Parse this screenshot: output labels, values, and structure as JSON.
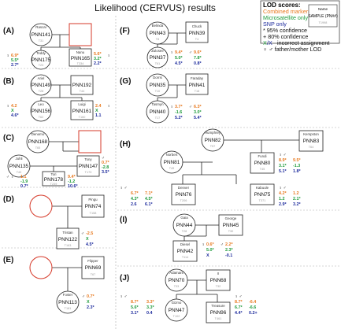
{
  "title": "Likelihood (CERVUS) results",
  "colors": {
    "combined": "#e8791f",
    "micro": "#1f9b3b",
    "snp": "#1c2a9c",
    "red_box": "#d63a2a"
  },
  "legend": {
    "heading": "LOD scores:",
    "combined": "Combined markers",
    "micro": "Microsatellite only",
    "snp": "SNP only",
    "c95": "* 95% confidence",
    "c80": "+ 80% confidence",
    "incorrect_x": "X",
    "incorrect_slash": "/X",
    "incorrect_text": "incorrect assignment",
    "fm": "♀ ♂ father/mother LOD",
    "sample_name": "Name",
    "sample_id": "SAMPLE (PN##)",
    "sample_code": "T1998"
  },
  "panels": {
    "A": {
      "label": "(A)",
      "mother": {
        "name": "Rascal",
        "id": "PNN141",
        "code": "T31"
      },
      "offspring1": {
        "name": "Teddy",
        "id": "PNN175",
        "code": "T23"
      },
      "offspring2": {
        "name": "Nanu",
        "id": "PNN165",
        "code": "T334"
      },
      "s1": {
        "c": "6.9*",
        "m": "5.5*",
        "s": "2.7*"
      },
      "s2": {
        "c": "5.6*",
        "m": "3.2*",
        "s": "2.2*"
      }
    },
    "B": {
      "label": "(B)",
      "mother": {
        "name": "Ariel",
        "id": "PNN149",
        "code": "T28"
      },
      "father": {
        "name": "",
        "id": "PNN192",
        "code": "T44"
      },
      "offspring1": {
        "name": "Leo",
        "id": "PNN156",
        "code": "T62"
      },
      "offspring2": {
        "name": "Luigi",
        "id": "PNN161",
        "code": "T160"
      },
      "s1": {
        "c": "4.2",
        "m": "X",
        "s": "4.6*"
      },
      "s2": {
        "c": "2.4",
        "m": "X",
        "s": "1.1"
      }
    },
    "C": {
      "label": "(C)",
      "mother": {
        "name": "Denomo",
        "id": "PNN168",
        "code": "T65"
      },
      "father": {
        "name": "Juhli",
        "id": "PNN135",
        "code": "T40"
      },
      "offspring1": {
        "name": "Tony",
        "id": "PNN147",
        "code": "T170"
      },
      "offspring2": {
        "name": "Tori",
        "id": "PNN178",
        "code": "T249"
      },
      "s1": {
        "c": "0.7*",
        "m": "-2.8",
        "s": "3.5*"
      },
      "s2a": {
        "c": "1.1",
        "m": "-1.9",
        "s": "0.7*"
      },
      "s2b": {
        "c": "9.4*",
        "m": "-1.2",
        "s": "10.6*"
      }
    },
    "D": {
      "label": "(D)",
      "father": {
        "name": "Pingu",
        "id": "PNN74",
        "code": "T158"
      },
      "offspring1": {
        "name": "Tristan",
        "id": "PNN122",
        "code": "T163"
      },
      "s1": {
        "c": "-2.5",
        "m": "X",
        "s": "4.5*"
      }
    },
    "E": {
      "label": "(E)",
      "father": {
        "name": "Flipper",
        "id": "PNN69",
        "code": "T67"
      },
      "offspring1": {
        "name": "Foster",
        "id": "PNN113",
        "code": "T181"
      },
      "s1": {
        "c": "0.7*",
        "m": "X",
        "s": "2.3*"
      }
    },
    "F": {
      "label": "(F)",
      "mother": {
        "name": "Belinda",
        "id": "PNN43",
        "code": "T8"
      },
      "father": {
        "name": "Chuck",
        "id": "PNN39",
        "code": "T4"
      },
      "offspring1": {
        "name": "Zulosee",
        "id": "PNN37",
        "code": "T61"
      },
      "s1": {
        "c": "9.4*",
        "m": "5.0*",
        "s": "4.5*"
      },
      "s2": {
        "c": "9.6*",
        "m": "7.8*",
        "s": "0.8*"
      }
    },
    "G": {
      "label": "(G)",
      "mother": {
        "name": "Dorris",
        "id": "PNN35",
        "code": "T10"
      },
      "father": {
        "name": "Faraday",
        "id": "PNN41",
        "code": "T18"
      },
      "offspring1": {
        "name": "Tasmyn",
        "id": "PNN40",
        "code": "T17"
      },
      "s1": {
        "c": "3.7*",
        "m": "-1.6",
        "s": "5.2*"
      },
      "s2": {
        "c": "6.3*",
        "m": "3.0*",
        "s": "5.4*"
      }
    },
    "H": {
      "label": "(H)",
      "mother1": {
        "name": "Humphrey",
        "id": "PNN82",
        "code": "T57"
      },
      "father1": {
        "name": "Kempston",
        "id": "PNN83",
        "code": "T64"
      },
      "mother2": {
        "name": "Norbert",
        "id": "PNN81",
        "code": "T49"
      },
      "father2": {
        "name": "Fundi",
        "id": "PNN80",
        "code": "T45"
      },
      "offspring1": {
        "name": "Denver",
        "id": "PNN76",
        "code": "T206"
      },
      "offspring2": {
        "name": "Kabuule",
        "id": "PNN75",
        "code": "T371"
      },
      "s1": {
        "c": "6.7*",
        "m": "4.3*",
        "s": "2.6"
      },
      "s1b": {
        "c": "7.1*",
        "m": "4.5*",
        "s": "6.1*"
      },
      "s2": {
        "c": "8.9*",
        "m": "3.1*",
        "s": "5.1*"
      },
      "s3": {
        "c": "4.2*",
        "m": "1.2",
        "s": "2.9*"
      },
      "s3b": {
        "c": "1.2",
        "m": "2.1*",
        "s": "3.2*"
      },
      "s4": {
        "c": "9.5*",
        "m": "-1.3",
        "s": "1.8*"
      }
    },
    "I": {
      "label": "(I)",
      "mother": {
        "name": "Gaia",
        "id": "PNN44",
        "code": "T28"
      },
      "father": {
        "name": "George",
        "id": "PNN45",
        "code": "T30"
      },
      "offspring1": {
        "name": "Diesel",
        "id": "PNN42",
        "code": "T114"
      },
      "s1": {
        "c": "0.6*",
        "m": "5.0*",
        "s": "X"
      },
      "s2": {
        "c": "2.2*",
        "m": "2.3*",
        "s": "-0.1"
      }
    },
    "J": {
      "label": "(J)",
      "mother": {
        "name": "Adamant",
        "id": "PNN70",
        "code": "T33"
      },
      "father": {
        "name": "II",
        "id": "PNN68",
        "code": "T32"
      },
      "offspring1": {
        "name": "Gizmo",
        "id": "PNN47",
        "code": "T102"
      },
      "offspring2": {
        "name": "Treasure",
        "id": "PNN96",
        "code": "T461"
      },
      "s1": {
        "c": "8.7*",
        "m": "5.6*",
        "s": "3.1*"
      },
      "s1b": {
        "c": "3.3*",
        "m": "3.3*",
        "s": "0.4"
      },
      "s2": {
        "c": "8.7*",
        "m": "6.7*",
        "s": "4.4*"
      },
      "s2b": {
        "c": "-6.4",
        "m": "-6.6",
        "s": "0.2+"
      }
    }
  }
}
